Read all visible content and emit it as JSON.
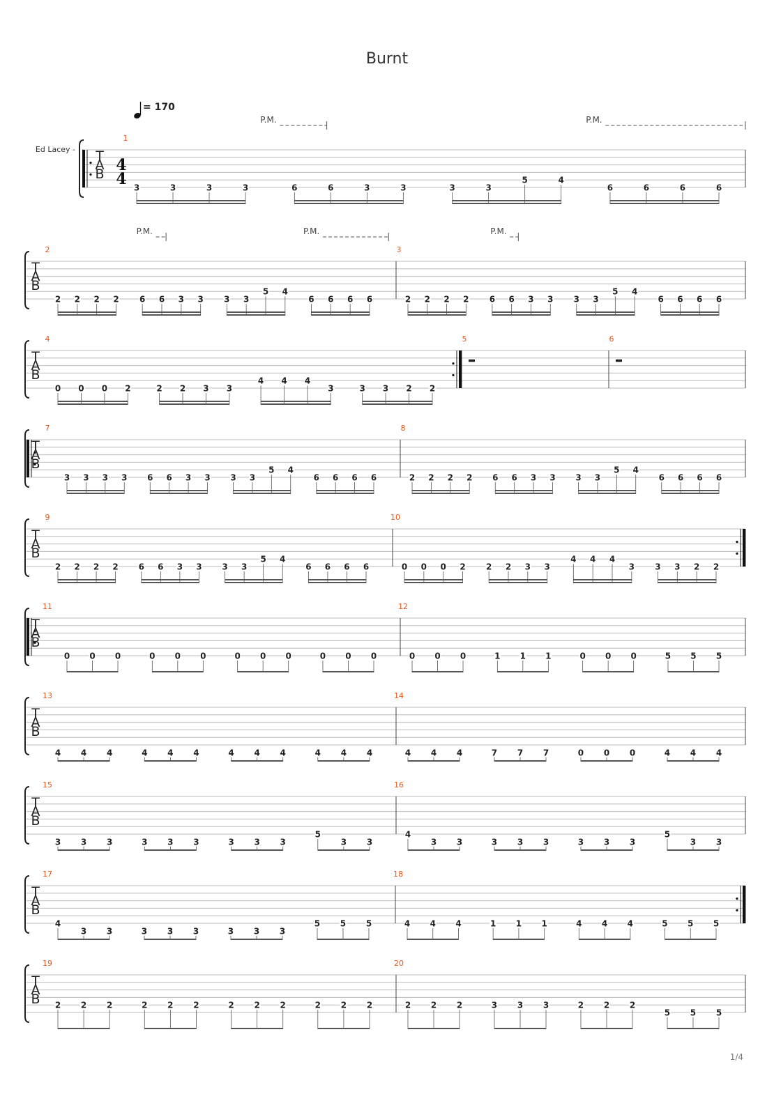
{
  "title": "Burnt",
  "page_number": "1/4",
  "instrument": "Ed Lacey -",
  "tempo": {
    "symbol": "♩",
    "text": "= 170"
  },
  "time_signature": {
    "top": "4",
    "bottom": "4"
  },
  "tab_letters": [
    "T",
    "A",
    "B"
  ],
  "palm_mute_label": "P.M.",
  "colors": {
    "bar_number": "#e8581b",
    "staff_line": "#bbbbbb",
    "ink": "#222222"
  },
  "systems": [
    {
      "bars": [
        {
          "number": "1",
          "repeat_start": true,
          "time_sig": true,
          "groups": [
            [
              "3:5",
              "3:5",
              "3:5",
              "3:5"
            ],
            [
              "6:5",
              "6:5",
              "3:5",
              "3:5"
            ],
            [
              "3:5",
              "3:5",
              "5:4",
              "4:4"
            ],
            [
              "6:5",
              "6:5",
              "6:5",
              "6:5"
            ]
          ]
        }
      ],
      "palm_mutes": [
        {
          "bar": 0,
          "from": 0.27,
          "to": 0.37
        },
        {
          "bar": 0,
          "from": 0.76,
          "to": 1.0
        }
      ]
    },
    {
      "bars": [
        {
          "number": "2",
          "groups": [
            [
              "2:5",
              "2:5",
              "2:5",
              "2:5"
            ],
            [
              "6:5",
              "6:5",
              "3:5",
              "3:5"
            ],
            [
              "3:5",
              "3:5",
              "5:4",
              "4:4"
            ],
            [
              "6:5",
              "6:5",
              "6:5",
              "6:5"
            ]
          ]
        },
        {
          "number": "3",
          "groups": [
            [
              "2:5",
              "2:5",
              "2:5",
              "2:5"
            ],
            [
              "6:5",
              "6:5",
              "3:5",
              "3:5"
            ],
            [
              "3:5",
              "3:5",
              "5:4",
              "4:4"
            ],
            [
              "6:5",
              "6:5",
              "6:5",
              "6:5"
            ]
          ]
        }
      ],
      "palm_mutes": [
        {
          "bar": 0,
          "from": 0.3,
          "to": 0.38
        },
        {
          "bar": 0,
          "from": 0.75,
          "to": 0.98
        },
        {
          "bar": 1,
          "from": 0.27,
          "to": 0.35
        }
      ]
    },
    {
      "bars": [
        {
          "number": "4",
          "repeat_end": true,
          "groups": [
            [
              "0:5",
              "0:5",
              "0:5",
              "2:5"
            ],
            [
              "2:5",
              "2:5",
              "3:5",
              "3:5"
            ],
            [
              "4:4",
              "4:4",
              "4:4",
              "3:5"
            ],
            [
              "3:5",
              "3:5",
              "2:5",
              "2:5"
            ]
          ]
        },
        {
          "number": "5",
          "rest": true
        },
        {
          "number": "6",
          "rest": true
        }
      ],
      "palm_mutes": []
    },
    {
      "bars": [
        {
          "number": "7",
          "repeat_start": true,
          "groups": [
            [
              "3:5",
              "3:5",
              "3:5",
              "3:5"
            ],
            [
              "6:5",
              "6:5",
              "3:5",
              "3:5"
            ],
            [
              "3:5",
              "3:5",
              "5:4",
              "4:4"
            ],
            [
              "6:5",
              "6:5",
              "6:5",
              "6:5"
            ]
          ]
        },
        {
          "number": "8",
          "groups": [
            [
              "2:5",
              "2:5",
              "2:5",
              "2:5"
            ],
            [
              "6:5",
              "6:5",
              "3:5",
              "3:5"
            ],
            [
              "3:5",
              "3:5",
              "5:4",
              "4:4"
            ],
            [
              "6:5",
              "6:5",
              "6:5",
              "6:5"
            ]
          ]
        }
      ],
      "palm_mutes": []
    },
    {
      "bars": [
        {
          "number": "9",
          "groups": [
            [
              "2:5",
              "2:5",
              "2:5",
              "2:5"
            ],
            [
              "6:5",
              "6:5",
              "3:5",
              "3:5"
            ],
            [
              "3:5",
              "3:5",
              "5:4",
              "4:4"
            ],
            [
              "6:5",
              "6:5",
              "6:5",
              "6:5"
            ]
          ]
        },
        {
          "number": "10",
          "repeat_end": true,
          "groups": [
            [
              "0:5",
              "0:5",
              "0:5",
              "2:5"
            ],
            [
              "2:5",
              "2:5",
              "3:5",
              "3:5"
            ],
            [
              "4:4",
              "4:4",
              "4:4",
              "3:5"
            ],
            [
              "3:5",
              "3:5",
              "2:5",
              "2:5"
            ]
          ]
        }
      ],
      "palm_mutes": []
    },
    {
      "bars": [
        {
          "number": "11",
          "repeat_start": true,
          "triplets": true,
          "groups": [
            [
              "0:5",
              "0:5",
              "0:5"
            ],
            [
              "0:5",
              "0:5",
              "0:5"
            ],
            [
              "0:5",
              "0:5",
              "0:5"
            ],
            [
              "0:5",
              "0:5",
              "0:5"
            ]
          ]
        },
        {
          "number": "12",
          "triplets": true,
          "groups": [
            [
              "0:5",
              "0:5",
              "0:5"
            ],
            [
              "1:5",
              "1:5",
              "1:5"
            ],
            [
              "0:5",
              "0:5",
              "0:5"
            ],
            [
              "5:5",
              "5:5",
              "5:5"
            ]
          ]
        }
      ],
      "palm_mutes": []
    },
    {
      "bars": [
        {
          "number": "13",
          "triplets": true,
          "groups": [
            [
              "4:6",
              "4:6",
              "4:6"
            ],
            [
              "4:6",
              "4:6",
              "4:6"
            ],
            [
              "4:6",
              "4:6",
              "4:6"
            ],
            [
              "4:6",
              "4:6",
              "4:6"
            ]
          ]
        },
        {
          "number": "14",
          "triplets": true,
          "groups": [
            [
              "4:6",
              "4:6",
              "4:6"
            ],
            [
              "7:6",
              "7:6",
              "7:6"
            ],
            [
              "0:6",
              "0:6",
              "0:6"
            ],
            [
              "4:6",
              "4:6",
              "4:6"
            ]
          ]
        }
      ],
      "palm_mutes": []
    },
    {
      "bars": [
        {
          "number": "15",
          "triplets": true,
          "groups": [
            [
              "3:6",
              "3:6",
              "3:6"
            ],
            [
              "3:6",
              "3:6",
              "3:6"
            ],
            [
              "3:6",
              "3:6",
              "3:6"
            ],
            [
              "5:5",
              "3:6",
              "3:6"
            ]
          ]
        },
        {
          "number": "16",
          "triplets": true,
          "groups": [
            [
              "4:5",
              "3:6",
              "3:6"
            ],
            [
              "3:6",
              "3:6",
              "3:6"
            ],
            [
              "3:6",
              "3:6",
              "3:6"
            ],
            [
              "5:5",
              "3:6",
              "3:6"
            ]
          ]
        }
      ],
      "palm_mutes": []
    },
    {
      "bars": [
        {
          "number": "17",
          "triplets": true,
          "groups": [
            [
              "4:5",
              "3:6",
              "3:6"
            ],
            [
              "3:6",
              "3:6",
              "3:6"
            ],
            [
              "3:6",
              "3:6",
              "3:6"
            ],
            [
              "5:5",
              "5:5",
              "5:5"
            ]
          ]
        },
        {
          "number": "18",
          "repeat_end": true,
          "triplets": true,
          "groups": [
            [
              "4:5",
              "4:5",
              "4:5"
            ],
            [
              "1:5",
              "1:5",
              "1:5"
            ],
            [
              "4:5",
              "4:5",
              "4:5"
            ],
            [
              "5:5",
              "5:5",
              "5:5"
            ]
          ]
        }
      ],
      "palm_mutes": []
    },
    {
      "bars": [
        {
          "number": "19",
          "triplets": true,
          "groups": [
            [
              "2:4",
              "2:4",
              "2:4"
            ],
            [
              "2:4",
              "2:4",
              "2:4"
            ],
            [
              "2:4",
              "2:4",
              "2:4"
            ],
            [
              "2:4",
              "2:4",
              "2:4"
            ]
          ]
        },
        {
          "number": "20",
          "triplets": true,
          "groups": [
            [
              "2:4",
              "2:4",
              "2:4"
            ],
            [
              "3:4",
              "3:4",
              "3:4"
            ],
            [
              "2:4",
              "2:4",
              "2:4"
            ],
            [
              "5:5",
              "5:5",
              "5:5"
            ]
          ]
        }
      ],
      "palm_mutes": []
    }
  ]
}
